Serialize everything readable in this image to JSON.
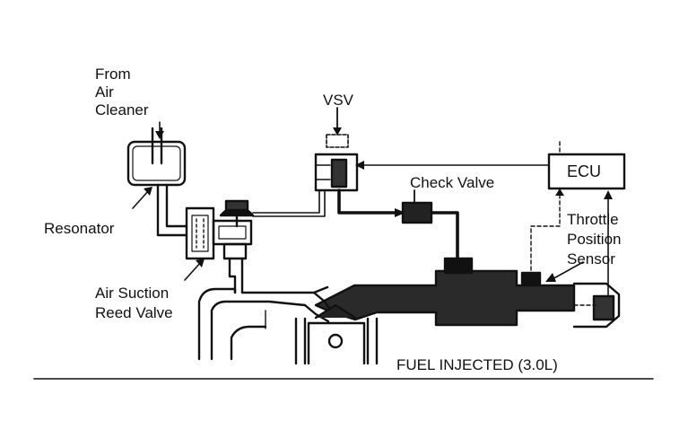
{
  "diagram": {
    "labels": {
      "from_air_cleaner": [
        "From",
        "Air",
        "Cleaner"
      ],
      "resonator": "Resonator",
      "air_suction_reed_valve": [
        "Air Suction",
        "Reed Valve"
      ],
      "vsv": "VSV",
      "check_valve": "Check Valve",
      "ecu": "ECU",
      "throttle_position_sensor": [
        "Throttle",
        "Position",
        "Sensor"
      ],
      "caption": "FUEL INJECTED (3.0L)"
    }
  }
}
